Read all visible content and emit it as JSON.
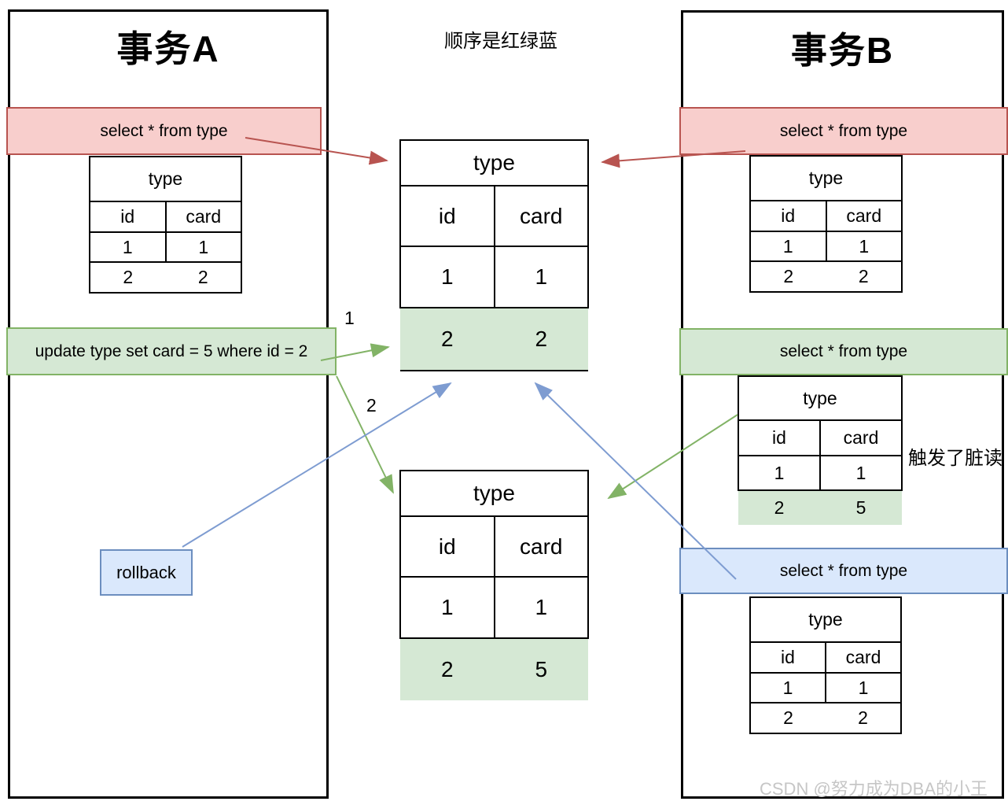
{
  "note_top": "顺序是红绿蓝",
  "watermark": "CSDN @努力成为DBA的小王",
  "sequence_labels": {
    "green_step_1": "1",
    "green_step_2": "2"
  },
  "transaction_a": {
    "title": "事务A",
    "select_banner": "select * from type",
    "update_banner": "update type set card = 5 where id = 2",
    "rollback_label": "rollback",
    "snapshot_table": {
      "title": "type",
      "columns": [
        "id",
        "card"
      ],
      "rows": [
        [
          "1",
          "1"
        ],
        [
          "2",
          "2"
        ]
      ]
    }
  },
  "transaction_b": {
    "title": "事务B",
    "select_banner_1": "select * from type",
    "select_banner_2": "select * from type",
    "select_banner_3": "select * from type",
    "dirty_read_note": "触发了脏读",
    "snapshot_table_1": {
      "title": "type",
      "columns": [
        "id",
        "card"
      ],
      "rows": [
        [
          "1",
          "1"
        ],
        [
          "2",
          "2"
        ]
      ]
    },
    "snapshot_table_2": {
      "title": "type",
      "columns": [
        "id",
        "card"
      ],
      "rows": [
        [
          "1",
          "1"
        ],
        [
          "2",
          "5"
        ]
      ]
    },
    "snapshot_table_3": {
      "title": "type",
      "columns": [
        "id",
        "card"
      ],
      "rows": [
        [
          "1",
          "1"
        ],
        [
          "2",
          "2"
        ]
      ]
    }
  },
  "database": {
    "table_before": {
      "title": "type",
      "columns": [
        "id",
        "card"
      ],
      "rows": [
        [
          "1",
          "1"
        ],
        [
          "2",
          "2"
        ]
      ]
    },
    "table_after": {
      "title": "type",
      "columns": [
        "id",
        "card"
      ],
      "rows": [
        [
          "1",
          "1"
        ],
        [
          "2",
          "5"
        ]
      ]
    }
  },
  "colors": {
    "red_stroke": "#b85450",
    "red_fill": "#f8cecc",
    "green_stroke": "#82b366",
    "green_fill": "#d5e8d4",
    "blue_stroke": "#6c8ebf",
    "blue_line": "#7e9cd1",
    "blue_fill": "#dae8fc",
    "highlight_row": "#d5e8d4"
  }
}
